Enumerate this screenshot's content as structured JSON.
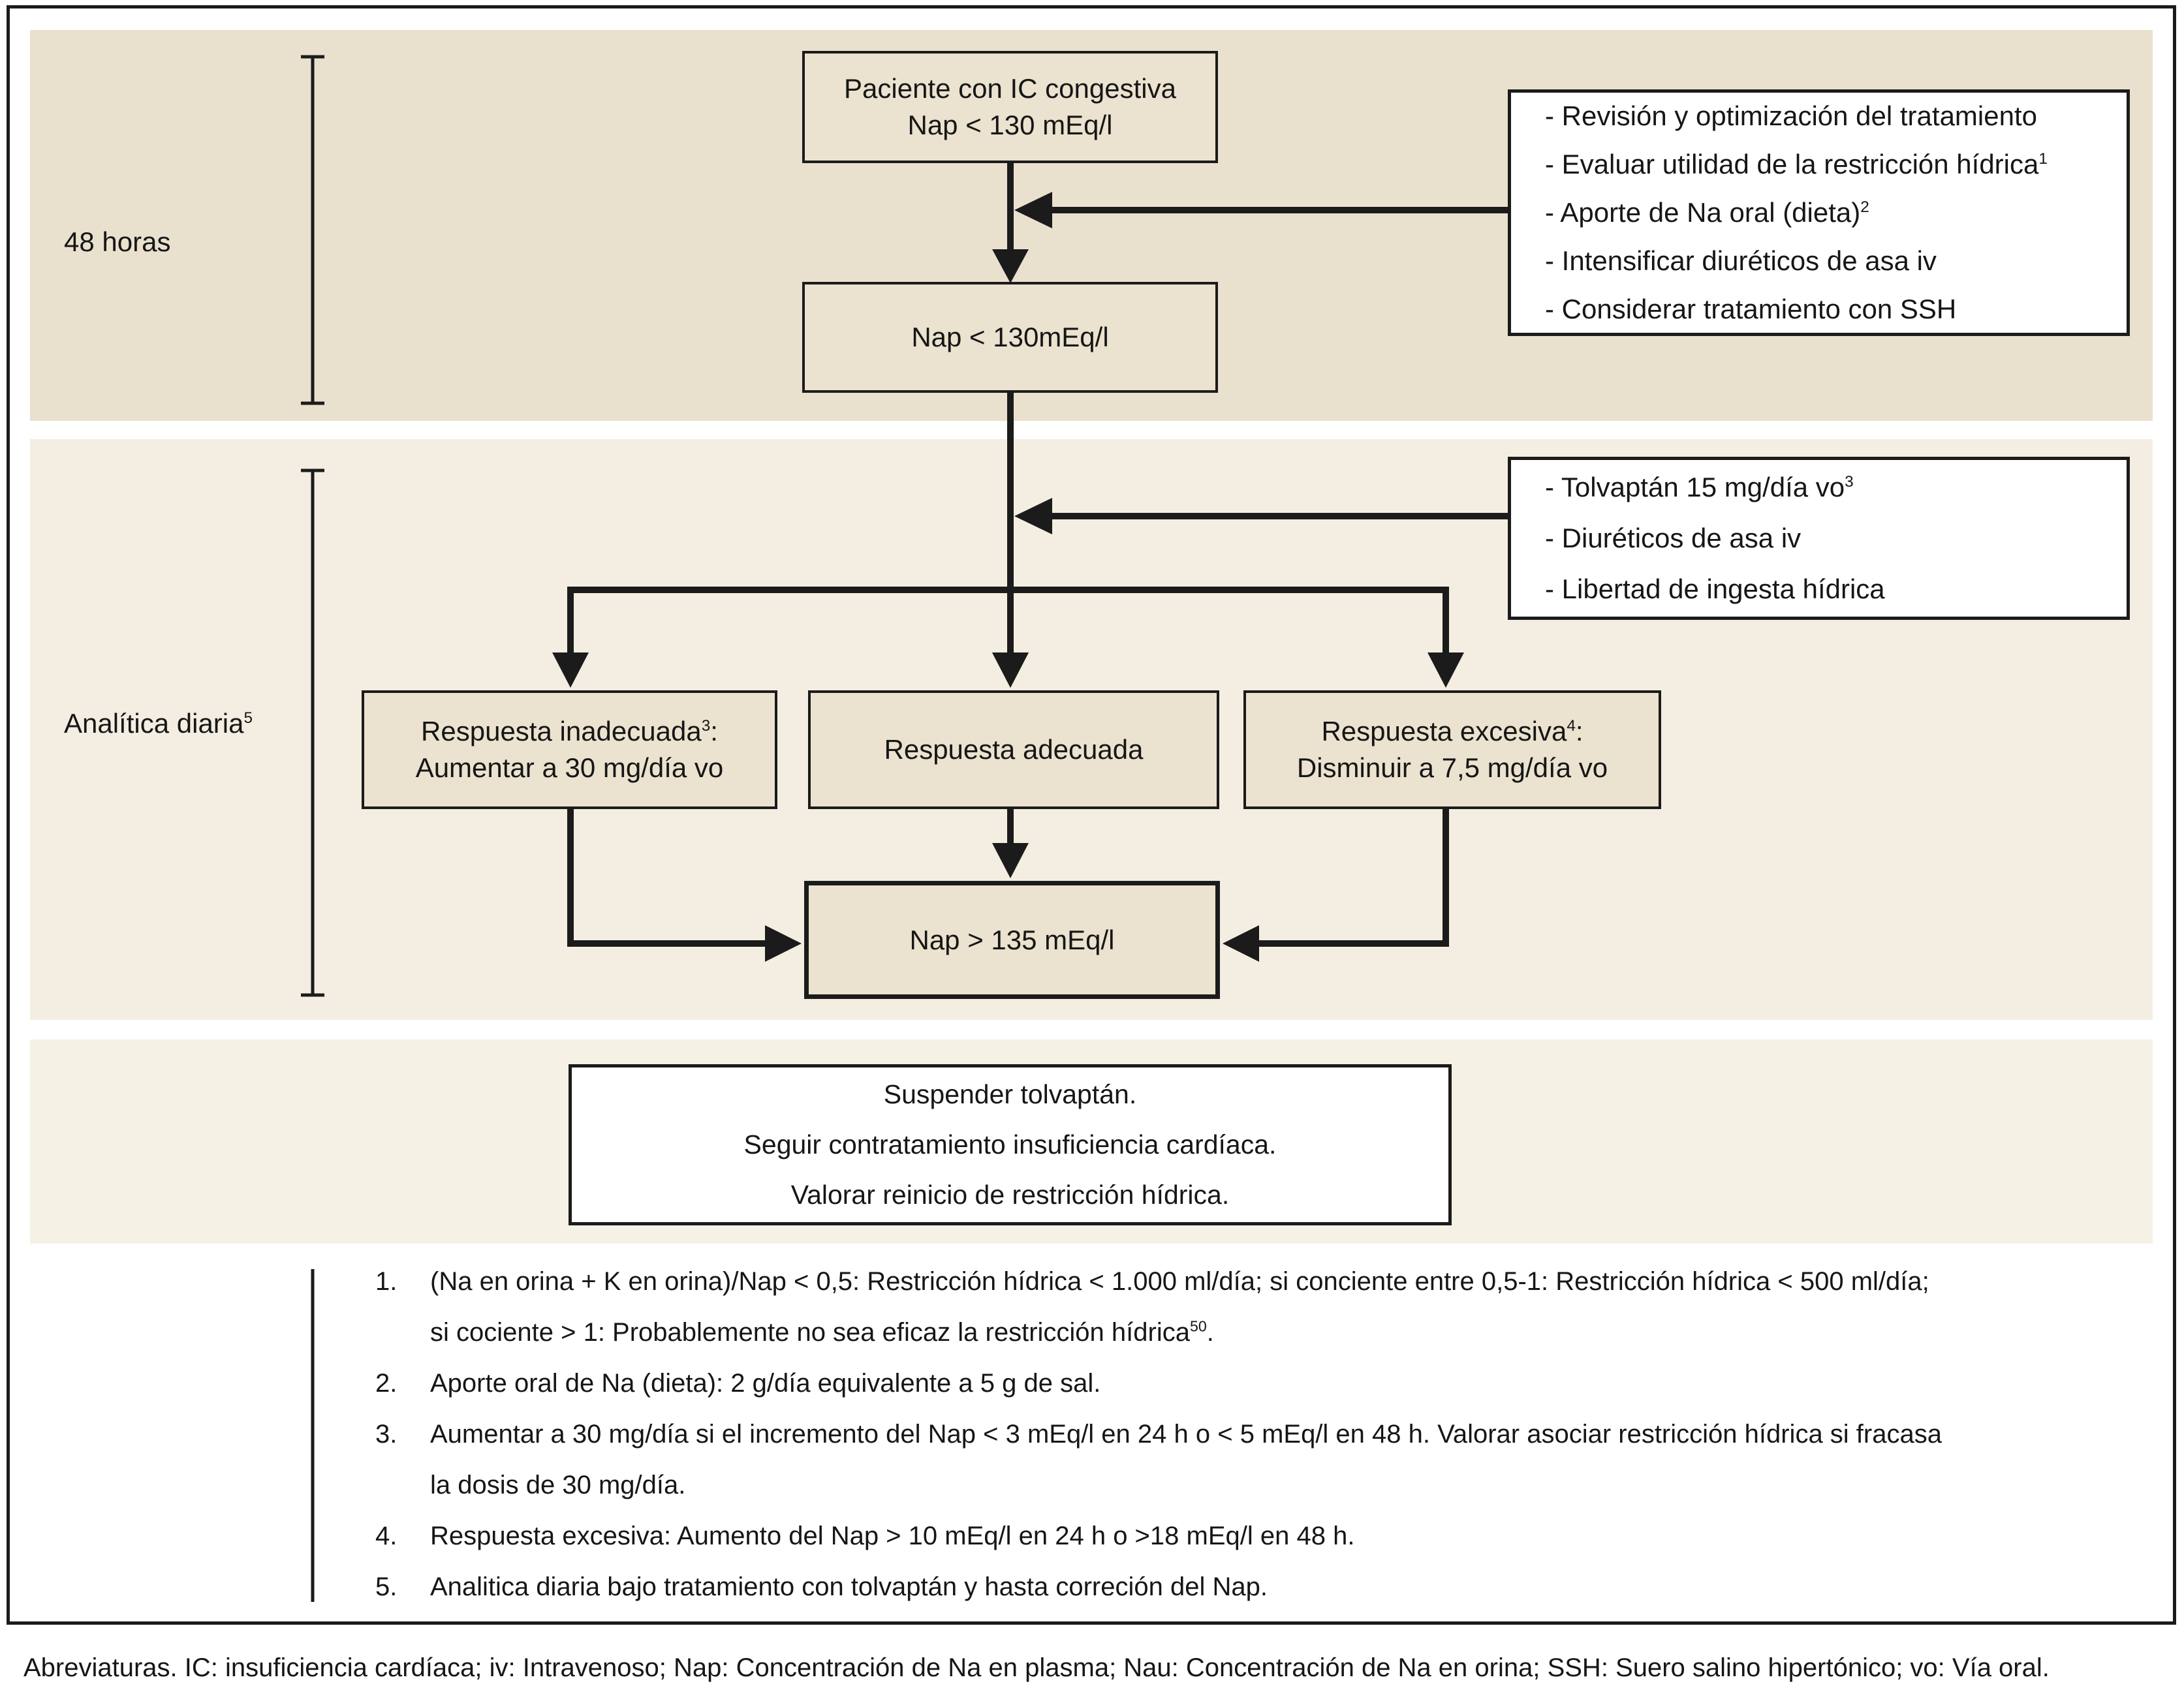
{
  "figure": {
    "labels": {
      "phase1": "48 horas",
      "phase2_pre": "Analítica diaria",
      "phase2_sup": "5"
    },
    "boxes": {
      "patient": {
        "line1": "Paciente con IC congestiva",
        "line2": "Nap < 130 mEq/l"
      },
      "nap130": {
        "line1": "Nap < 130mEq/l"
      },
      "treatment1": {
        "items": [
          {
            "text": "- Revisión y optimización del tratamiento"
          },
          {
            "pre": "- Evaluar utilidad de la restricción hídrica",
            "sup": "1"
          },
          {
            "pre": "- Aporte de Na oral (dieta)",
            "sup": "2"
          },
          {
            "text": "- Intensificar diuréticos de asa iv"
          },
          {
            "text": "- Considerar tratamiento con SSH"
          }
        ]
      },
      "treatment2": {
        "items": [
          {
            "pre": "- Tolvaptán 15 mg/día vo",
            "sup": "3"
          },
          {
            "text": "- Diuréticos de asa iv"
          },
          {
            "text": "- Libertad de ingesta hídrica"
          }
        ]
      },
      "inadequate": {
        "line1_pre": "Respuesta inadecuada",
        "line1_sup": "3",
        "line1_post": ":",
        "line2": "Aumentar a 30 mg/día vo"
      },
      "adequate": {
        "line1": "Respuesta adecuada"
      },
      "excessive": {
        "line1_pre": "Respuesta excesiva",
        "line1_sup": "4",
        "line1_post": ":",
        "line2": "Disminuir a 7,5 mg/día vo"
      },
      "nap135": {
        "line1": "Nap > 135 mEq/l"
      },
      "suspend": {
        "line1": "Suspender tolvaptán.",
        "line2": "Seguir contratamiento insuficiencia cardíaca.",
        "line3": "Valorar reinicio de restricción hídrica."
      }
    },
    "footnotes": [
      {
        "num": "1.",
        "lines": [
          {
            "text": "(Na en orina + K en orina)/Nap < 0,5: Restricción hídrica < 1.000 ml/día; si conciente entre 0,5-1: Restricción hídrica < 500 ml/día;"
          },
          {
            "pre": "si cociente > 1: Probablemente no sea eficaz la restricción hídrica",
            "sup": "50",
            "post": "."
          }
        ]
      },
      {
        "num": "2.",
        "lines": [
          {
            "text": "Aporte oral de Na (dieta): 2 g/día equivalente a 5 g de sal."
          }
        ]
      },
      {
        "num": "3.",
        "lines": [
          {
            "text": "Aumentar a 30 mg/día si el incremento del Nap < 3 mEq/l en 24 h o < 5 mEq/l en 48 h. Valorar asociar restricción hídrica si fracasa"
          },
          {
            "text": "la dosis de 30 mg/día."
          }
        ]
      },
      {
        "num": "4.",
        "lines": [
          {
            "text": "Respuesta excesiva: Aumento del Nap > 10 mEq/l en 24 h o >18 mEq/l en 48 h."
          }
        ]
      },
      {
        "num": "5.",
        "lines": [
          {
            "text": "Analitica diaria bajo tratamiento con tolvaptán y hasta correción del Nap."
          }
        ]
      }
    ],
    "abbreviations": "Abreviaturas. IC: insuficiencia cardíaca; iv: Intravenoso; Nap: Concentración de Na en plasma; Nau: Concentración de Na en orina; SSH: Suero salino hipertónico; vo: Vía oral.",
    "colors": {
      "band_48h": "#e9e1ce",
      "band_daily": "#f3eee1",
      "band_outcome": "#f6f1e5",
      "box_fill": "#ebe2cf",
      "box_white": "#ffffff",
      "ink": "#1b1b1b"
    }
  }
}
